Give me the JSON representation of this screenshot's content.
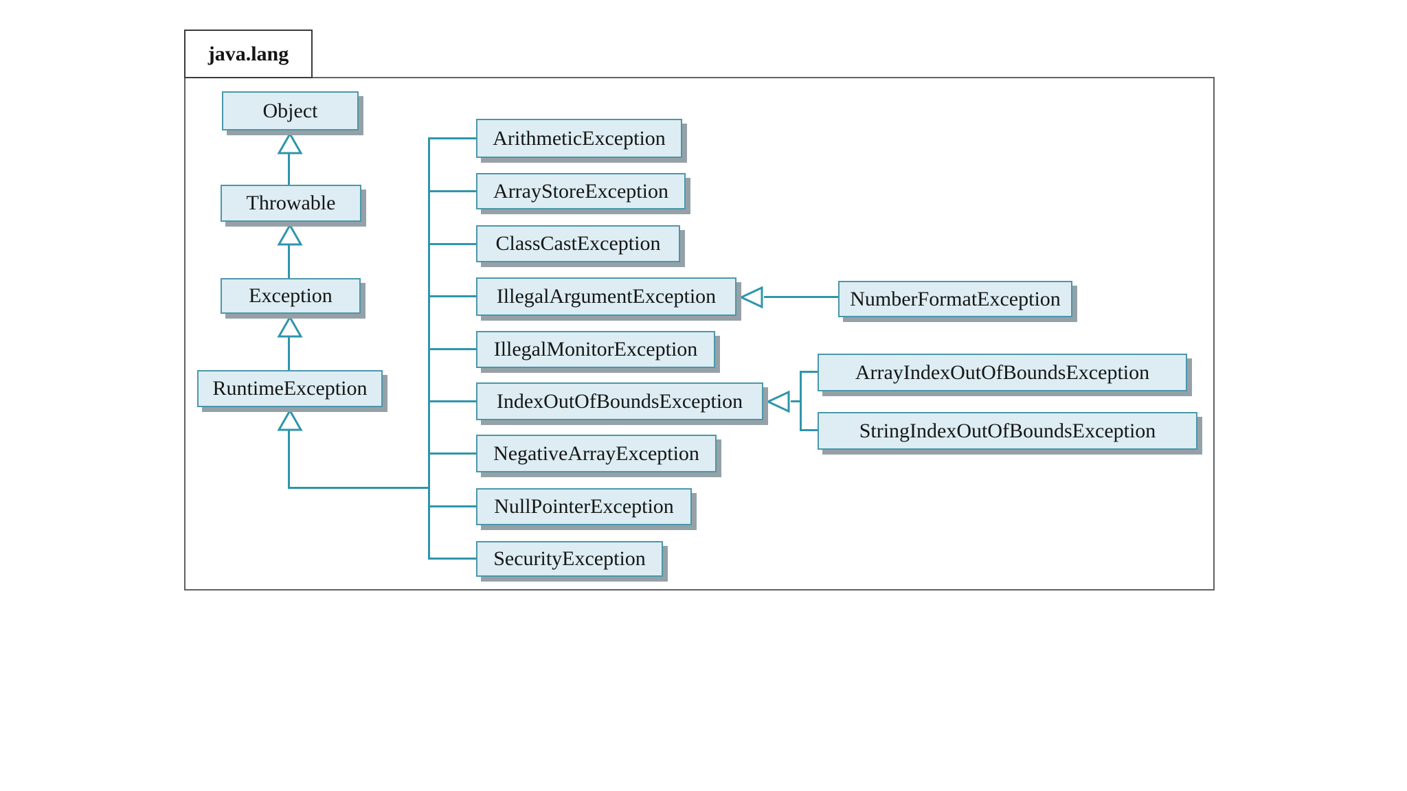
{
  "diagram": {
    "type": "uml-class-inheritance-diagram",
    "package": {
      "label": "java.lang"
    },
    "colors": {
      "box_fill": "#ddedf3",
      "box_border": "#4a97aa",
      "connector": "#2e95ab",
      "shadow": "#95a1a7",
      "frame_border": "#5e6163",
      "text": "#161616"
    }
  },
  "nodes": [
    {
      "id": "object",
      "label": "Object",
      "parent": null
    },
    {
      "id": "throwable",
      "label": "Throwable",
      "parent": "Object"
    },
    {
      "id": "exception",
      "label": "Exception",
      "parent": "Throwable"
    },
    {
      "id": "runtime-exception",
      "label": "RuntimeException",
      "parent": "Exception"
    },
    {
      "id": "arithmetic-exception",
      "label": "ArithmeticException",
      "parent": "RuntimeException"
    },
    {
      "id": "array-store-exception",
      "label": "ArrayStoreException",
      "parent": "RuntimeException"
    },
    {
      "id": "class-cast-exception",
      "label": "ClassCastException",
      "parent": "RuntimeException"
    },
    {
      "id": "illegal-argument-exception",
      "label": "IllegalArgumentException",
      "parent": "RuntimeException"
    },
    {
      "id": "illegal-monitor-exception",
      "label": "IllegalMonitorException",
      "parent": "RuntimeException"
    },
    {
      "id": "index-out-of-bounds-exception",
      "label": "IndexOutOfBoundsException",
      "parent": "RuntimeException"
    },
    {
      "id": "negative-array-exception",
      "label": "NegativeArrayException",
      "parent": "RuntimeException"
    },
    {
      "id": "null-pointer-exception",
      "label": "NullPointerException",
      "parent": "RuntimeException"
    },
    {
      "id": "security-exception",
      "label": "SecurityException",
      "parent": "RuntimeException"
    },
    {
      "id": "number-format-exception",
      "label": "NumberFormatException",
      "parent": "IllegalArgumentException"
    },
    {
      "id": "array-index-out-of-bounds-exception",
      "label": "ArrayIndexOutOfBoundsException",
      "parent": "IndexOutOfBoundsException"
    },
    {
      "id": "string-index-out-of-bounds-exception",
      "label": "StringIndexOutOfBoundsException",
      "parent": "IndexOutOfBoundsException"
    }
  ]
}
